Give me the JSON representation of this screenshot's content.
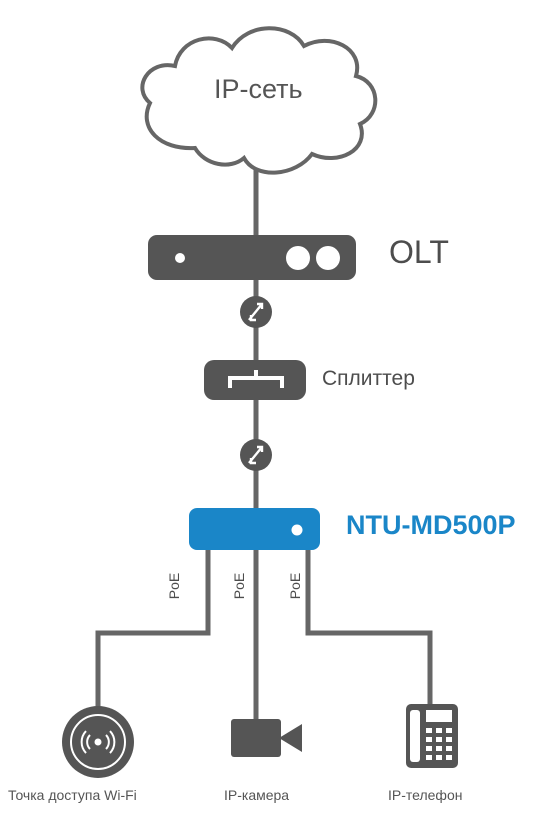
{
  "cloud": {
    "label": "IP-сеть"
  },
  "olt": {
    "label": "OLT"
  },
  "splitter": {
    "label": "Сплиттер"
  },
  "ntu": {
    "label": "NTU-MD500P",
    "color": "#1a86c8"
  },
  "links": {
    "poe_label": "PoE"
  },
  "devices": {
    "access_point": "Точка доступа Wi-Fi",
    "ip_camera": "IP-камера",
    "ip_phone": "IP-телефон"
  },
  "colors": {
    "device_gray": "#555555",
    "line_gray": "#666666"
  }
}
